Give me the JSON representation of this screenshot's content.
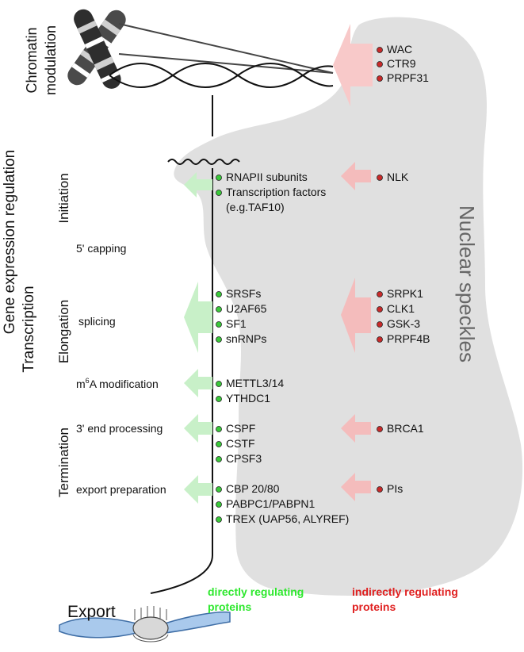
{
  "labels": {
    "chromatin": [
      "Chromatin",
      "modulation"
    ],
    "gene_expression": "Gene expression regulation",
    "transcription": "Transcription",
    "initiation": "Initiation",
    "elongation": "Elongation",
    "termination": "Termination",
    "nuclear_speckles": "Nuclear speckles",
    "export": "Export",
    "legend_direct": [
      "directly regulating",
      "proteins"
    ],
    "legend_indirect": [
      "indirectly regulating",
      "proteins"
    ]
  },
  "processes": {
    "capping": "5' capping",
    "splicing": "splicing",
    "m6a_prefix": "m",
    "m6a_sup": "6",
    "m6a_suffix": "A modification",
    "end_processing": "3' end processing",
    "export_prep": "export preparation"
  },
  "chromatin_proteins": [
    "WAC",
    "CTR9",
    "PRPF31"
  ],
  "initiation": {
    "direct": [
      "RNAPII subunits",
      "Transcription factors"
    ],
    "direct_note": "(e.g.TAF10)",
    "indirect": [
      "NLK"
    ]
  },
  "splicing": {
    "direct": [
      "SRSFs",
      "U2AF65",
      "SF1",
      "snRNPs"
    ],
    "indirect": [
      "SRPK1",
      "CLK1",
      "GSK-3",
      "PRPF4B"
    ]
  },
  "m6a": {
    "direct": [
      "METTL3/14",
      "YTHDC1"
    ]
  },
  "end_processing": {
    "direct": [
      "CSPF",
      "CSTF",
      "CPSF3"
    ],
    "indirect": [
      "BRCA1"
    ]
  },
  "export_prep": {
    "direct": [
      "CBP 20/80",
      "PABPC1/PABPN1",
      "TREX (UAP56, ALYREF)"
    ],
    "indirect": [
      "PIs"
    ]
  },
  "colors": {
    "speckle": "#e0e0e0",
    "direct_dot": "#3ac93a",
    "indirect_dot": "#c92a2a",
    "direct_arrow": "#c8f0c8",
    "indirect_arrow": "#f4bcbc",
    "direct_text": "#2ee82e",
    "indirect_text": "#e02020",
    "pore": "#a9c9ec"
  }
}
